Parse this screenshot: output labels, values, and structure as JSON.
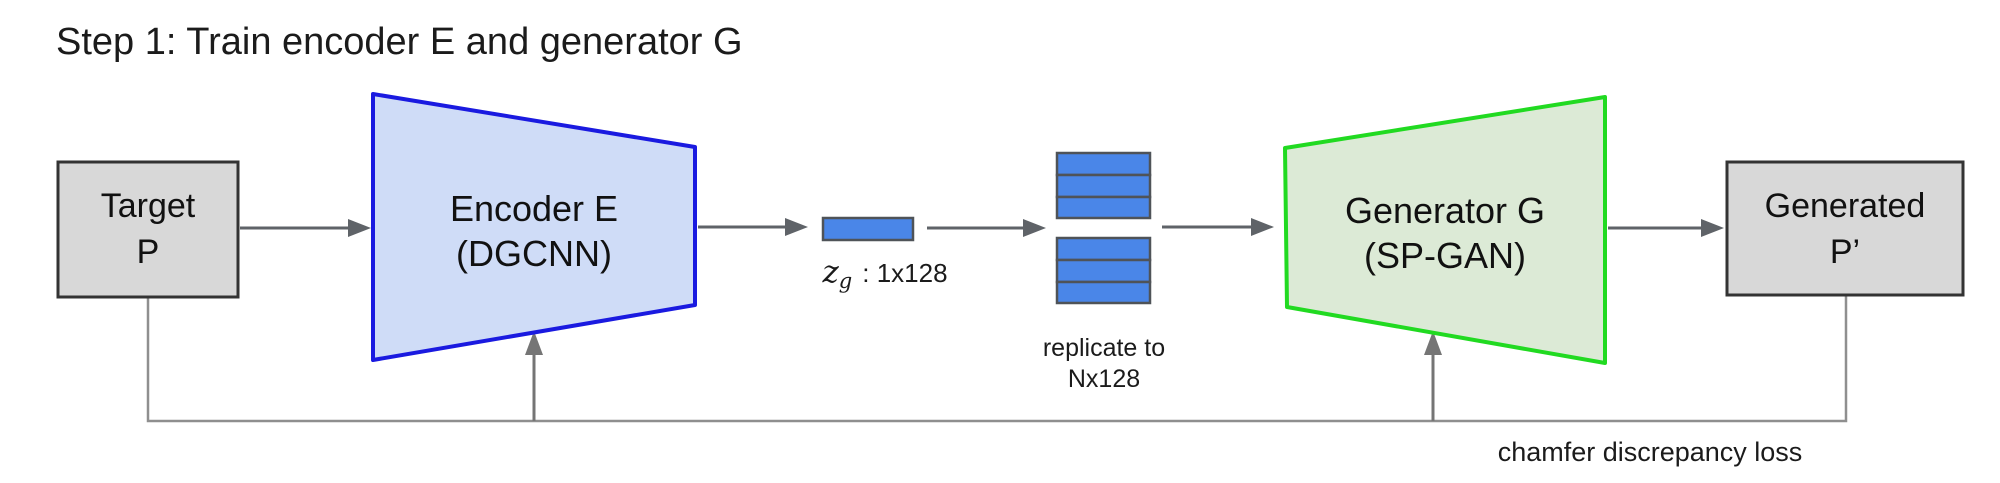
{
  "title": "Step 1: Train encoder E and generator G",
  "nodes": {
    "target": {
      "line1": "Target",
      "line2": "P"
    },
    "encoder": {
      "line1": "Encoder E",
      "line2": "(DGCNN)"
    },
    "latent": {
      "symbol": "z",
      "subscript": "g",
      "dims": ": 1x128"
    },
    "replicate": {
      "line1": "replicate to",
      "line2": "Nx128"
    },
    "generator": {
      "line1": "Generator G",
      "line2": "(SP-GAN)"
    },
    "generated": {
      "line1": "Generated",
      "line2": "P’"
    }
  },
  "loss_label": "chamfer discrepancy loss",
  "colors": {
    "encoder_fill": "#cfdcf7",
    "encoder_border": "#1a1ae0",
    "generator_fill": "#dcead6",
    "generator_border": "#21da21",
    "box_fill": "#d8d8d8",
    "box_border": "#333333",
    "bar_fill": "#4a86e8",
    "bar_border": "#4f5358",
    "arrow": "#5f6368",
    "feedback_line": "#8f8f8f",
    "branch_arrow": "#757575",
    "text": "#1b1b1b"
  }
}
